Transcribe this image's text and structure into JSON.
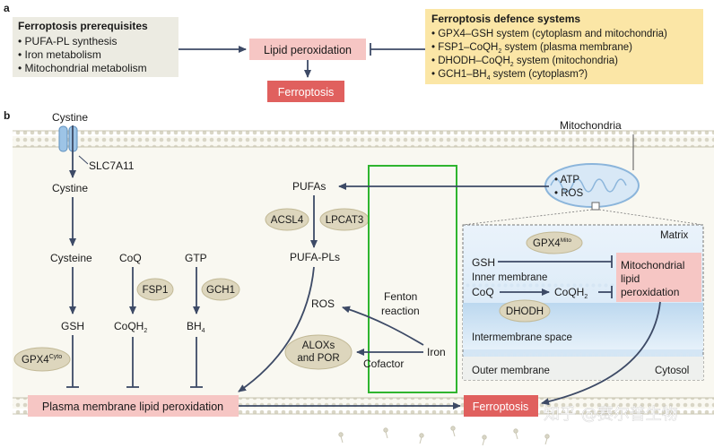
{
  "panel_a": {
    "label": "a",
    "prerequisites": {
      "title": "Ferroptosis prerequisites",
      "items": [
        "PUFA-PL synthesis",
        "Iron metabolism",
        "Mitochondrial metabolism"
      ]
    },
    "lipid_peroxidation": "Lipid peroxidation",
    "ferroptosis": "Ferroptosis",
    "defence": {
      "title": "Ferroptosis defence systems",
      "items": [
        {
          "pre": "GPX4–GSH system (cytoplasm and mitochondria)",
          "sub": "",
          "post": ""
        },
        {
          "pre": "FSP1–CoQH",
          "sub": "2",
          "post": " system (plasma membrane)"
        },
        {
          "pre": "DHODH–CoQH",
          "sub": "2",
          "post": " system (mitochondria)"
        },
        {
          "pre": "GCH1–BH",
          "sub": "4",
          "post": " system (cytoplasm?)"
        }
      ]
    }
  },
  "panel_b": {
    "label": "b",
    "cystine_top": "Cystine",
    "slc7a11": "SLC7A11",
    "cystine_in": "Cystine",
    "cysteine": "Cysteine",
    "gsh": "GSH",
    "gpx4_cyto": {
      "main": "GPX4",
      "sup": "Cyto"
    },
    "coq": "CoQ",
    "fsp1": "FSP1",
    "coqh2": {
      "main": "CoQH",
      "sub": "2"
    },
    "gtp": "GTP",
    "gch1": "GCH1",
    "bh4": {
      "main": "BH",
      "sub": "4"
    },
    "pufas": "PUFAs",
    "acsl4": "ACSL4",
    "lpcat3": "LPCAT3",
    "pufa_pls": "PUFA-PLs",
    "ros": "ROS",
    "alox": "ALOXs",
    "and_por": "and POR",
    "fenton": "Fenton",
    "reaction": "reaction",
    "iron": "Iron",
    "cofactor": "Cofactor",
    "plasma_lpo": "Plasma membrane lipid peroxidation",
    "ferroptosis": "Ferroptosis",
    "mitochondria": "Mitochondria",
    "atp": "ATP",
    "mito_ros": "ROS",
    "matrix": "Matrix",
    "gsh_mito": "GSH",
    "gpx4_mito": {
      "main": "GPX4",
      "sup": "Mito"
    },
    "mito_lpo": [
      "Mitochondrial",
      "lipid",
      "peroxidation"
    ],
    "inner_membrane": "Inner membrane",
    "coq_mito": "CoQ",
    "coqh2_mito": {
      "main": "CoQH",
      "sub": "2"
    },
    "dhodh": "DHODH",
    "intermembrane": "Intermembrane space",
    "outer_membrane": "Outer membrane",
    "cytosol": "Cytosol"
  },
  "watermark": "知乎 @赛尔普生物",
  "colors": {
    "pink_box": "#f6c6c4",
    "red_box": "#e0605e",
    "grey_box": "#ecebe2",
    "yellow_box": "#fbe6a6",
    "enzyme": "#ddd6bd",
    "green_box": "#2fb52f",
    "arrow": "#3d4a66"
  }
}
